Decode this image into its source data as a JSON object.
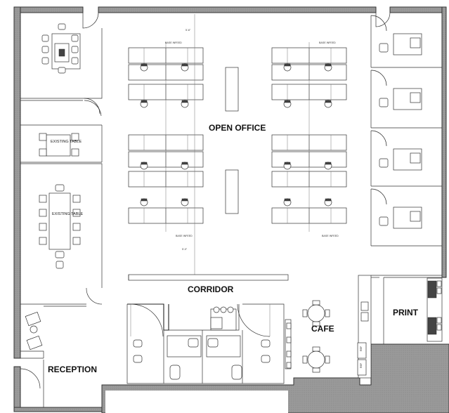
{
  "rooms": {
    "open_office": "OPEN OFFICE",
    "corridor": "CORRIDOR",
    "cafe": "CAFE",
    "print": "PRINT",
    "reception": "RECEPTION"
  },
  "furniture_labels": {
    "existing_table_1": "EXISTING TABLE",
    "existing_table_2": "EXISTING TABLE",
    "ref_1": "REF",
    "ref_2": "REF"
  },
  "annotations": {
    "base_infeed_top_left": "BASE INFEED",
    "base_infeed_top_right": "BASE INFEED",
    "base_infeed_bottom_left": "BASE INFEED",
    "base_infeed_bottom_right": "BASE INFEED",
    "dim_top": "5'-6\"",
    "dim_bottom": "5'-0\""
  }
}
